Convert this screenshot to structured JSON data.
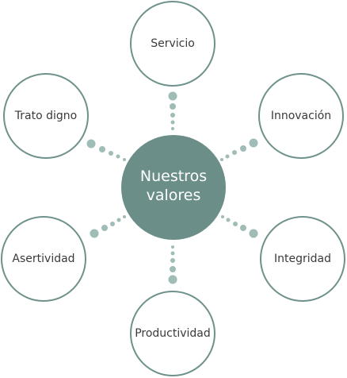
{
  "center": {
    "label_line1": "Nuestros",
    "label_line2": "valores"
  },
  "values": [
    "Servicio",
    "Innovación",
    "Integridad",
    "Productividad",
    "Asertividad",
    "Trato digno"
  ],
  "colors": {
    "center_fill": "#6b8e89",
    "outer_stroke": "#6e918b",
    "connector_dots": "#9fbcb7",
    "outer_text": "#3a3a3a",
    "center_text": "#ffffff"
  }
}
